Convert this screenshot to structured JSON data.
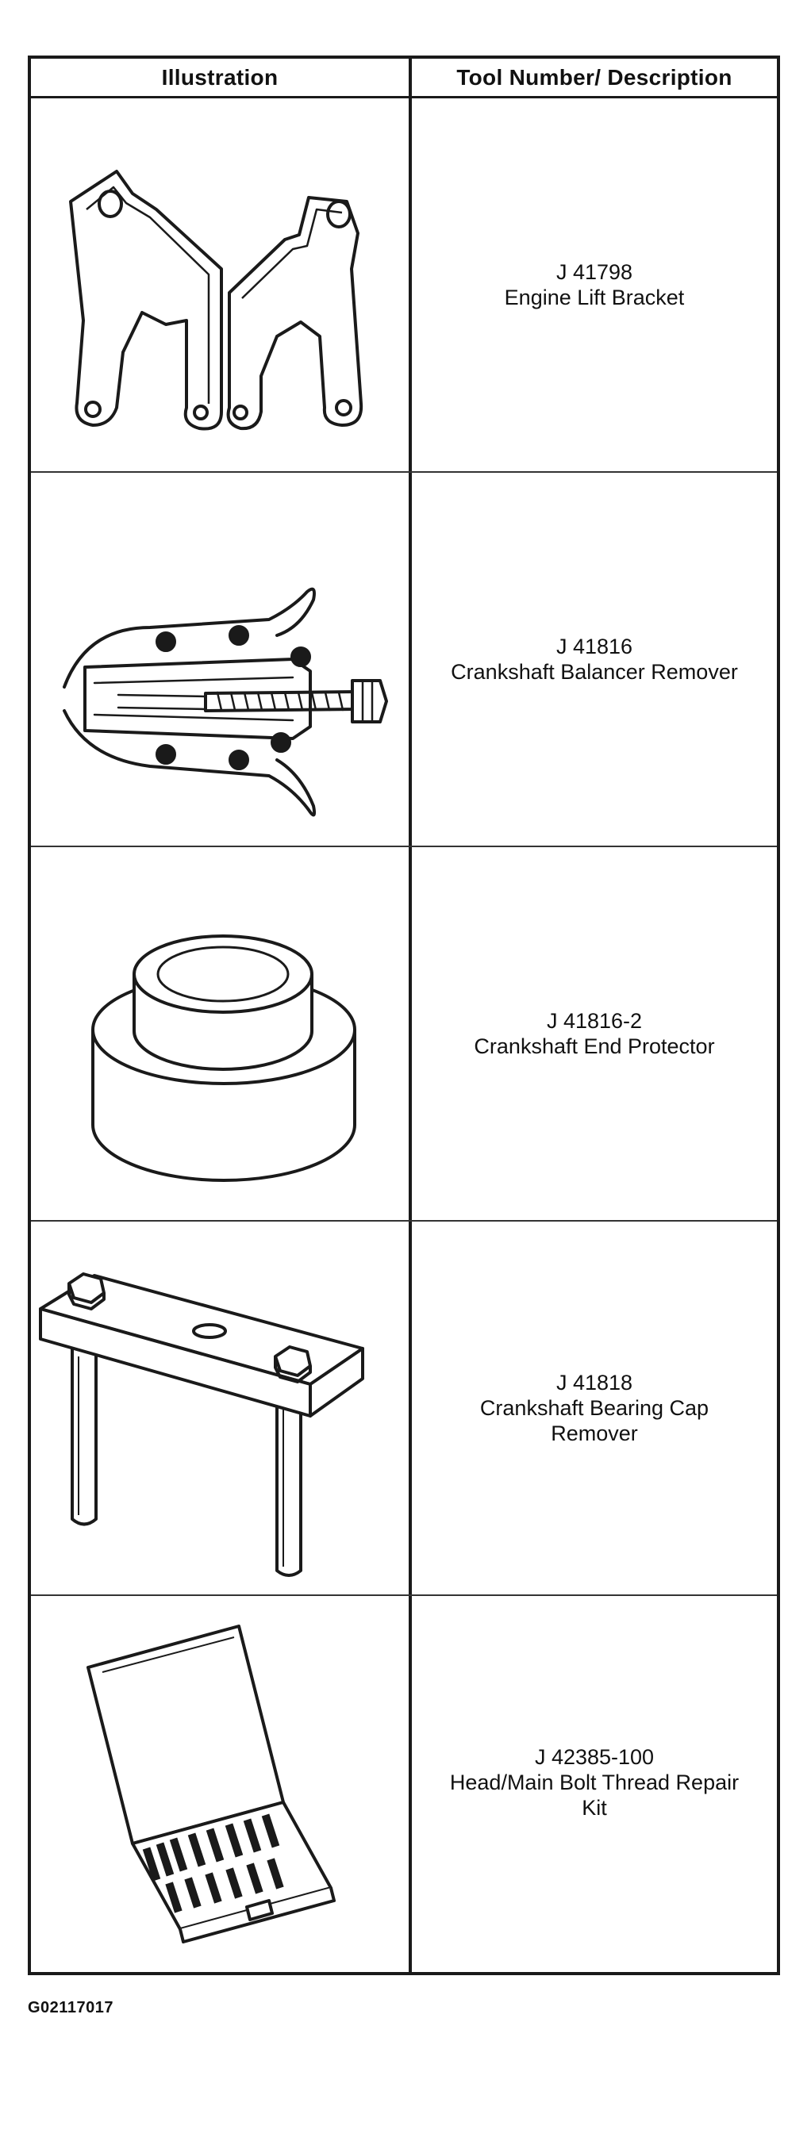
{
  "table": {
    "header_illustration": "Illustration",
    "header_description": "Tool Number/ Description",
    "rows": [
      {
        "tool_number": "J 41798",
        "description": "Engine Lift Bracket",
        "icon": "engine-lift-bracket-icon"
      },
      {
        "tool_number": "J 41816",
        "description": "Crankshaft Balancer Remover",
        "icon": "balancer-remover-icon"
      },
      {
        "tool_number": "J 41816-2",
        "description": "Crankshaft End Protector",
        "icon": "end-protector-icon"
      },
      {
        "tool_number": "J 41818",
        "description": "Crankshaft Bearing Cap Remover",
        "icon": "bearing-cap-remover-icon"
      },
      {
        "tool_number": "J 42385-100",
        "description": "Head/Main Bolt Thread Repair Kit",
        "icon": "thread-repair-kit-icon"
      }
    ]
  },
  "footer": {
    "figure_code": "G02117017"
  }
}
